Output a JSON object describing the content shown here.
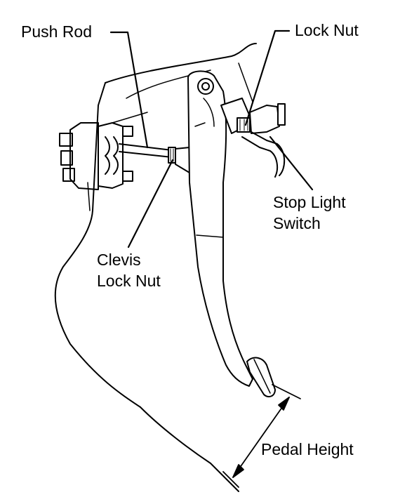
{
  "labels": {
    "push_rod": "Push Rod",
    "lock_nut": "Lock Nut",
    "stop_light_switch": [
      "Stop Light",
      "Switch"
    ],
    "clevis_lock_nut": [
      "Clevis",
      "Lock Nut"
    ],
    "pedal_height": "Pedal Height"
  },
  "colors": {
    "ink": "#000000",
    "background": "#ffffff"
  }
}
